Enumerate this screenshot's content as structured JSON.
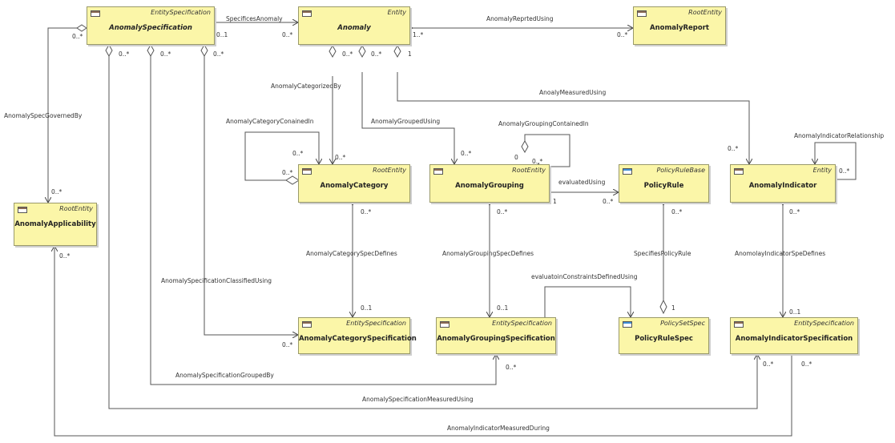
{
  "classes": {
    "anomaly_specification": {
      "stereotype": "EntitySpecification",
      "name": "AnomalySpecification"
    },
    "anomaly": {
      "stereotype": "Entity",
      "name": "Anomaly"
    },
    "anomaly_report": {
      "stereotype": "RootEntity",
      "name": "AnomalyReport"
    },
    "anomaly_applicability": {
      "stereotype": "RootEntity",
      "name": "AnomalyApplicability"
    },
    "anomaly_category": {
      "stereotype": "RootEntity",
      "name": "AnomalyCategory"
    },
    "anomaly_grouping": {
      "stereotype": "RootEntity",
      "name": "AnomalyGrouping"
    },
    "policy_rule": {
      "stereotype": "PolicyRuleBase",
      "name": "PolicyRule"
    },
    "anomaly_indicator": {
      "stereotype": "Entity",
      "name": "AnomalyIndicator"
    },
    "anomaly_category_spec": {
      "stereotype": "EntitySpecification",
      "name": "AnomalyCategorySpecification"
    },
    "anomaly_grouping_spec": {
      "stereotype": "EntitySpecification",
      "name": "AnomalyGroupingSpecification"
    },
    "policy_rule_spec": {
      "stereotype": "PolicySetSpec",
      "name": "PolicyRuleSpec"
    },
    "anomaly_indicator_spec": {
      "stereotype": "EntitySpecification",
      "name": "AnomalyIndicatorSpecification"
    }
  },
  "associations": {
    "specifies_anomaly": "SpecificesAnomaly",
    "anomaly_reported_using": "AnomalyReprtedUsing",
    "anomaly_categorized_by": "AnomalyCategorizedBy",
    "anomaly_measured_using": "AnoalyMeasuredUsing",
    "anomaly_spec_governed_by": "AnomalySpecGovernedBy",
    "anomaly_category_contained_in": "AnomalyCategoryConainedIn",
    "anomaly_grouped_using": "AnomalyGroupedUsing",
    "anomaly_grouping_contained_in": "AnomalyGroupingContainedIn",
    "anomaly_indicator_relationship": "AnomalyIndicatorRelationship",
    "evaluated_using": "evaluatedUsing",
    "anomaly_category_spec_defines": "AnomalyCategorySpecDefines",
    "anomaly_grouping_spec_defines": "AnomalyGroupingSpecDefines",
    "specifies_policy_rule": "SpecifiesPolicyRule",
    "anomaly_indicator_spec_defines": "AnomolayIndicatorSpeDefines",
    "anomaly_spec_classified_using": "AnomalySpecificationClassifiedUsing",
    "evaluation_constraints_defined_using": "evaluatoinConstraintsDefinedUsing",
    "anomaly_spec_grouped_by": "AnomalySpecificationGroupedBy",
    "anomaly_spec_measured_using": "AnomalySpecificationMeasuredUsing",
    "anomaly_indicator_measured_during": "AnomalyIndicatorMeasuredDuring"
  },
  "multiplicities": {
    "spec_left_0n": "0..*",
    "spec_right_01": "0..1",
    "anomaly_left_0n": "0..*",
    "anomaly_right_1n": "1..*",
    "report_left_0n": "0..*",
    "spec_bottom_a": "0..*",
    "spec_bottom_b": "0..*",
    "spec_bottom_c": "0..*",
    "anomaly_bottom_a": "0..*",
    "anomaly_bottom_b": "0..*",
    "anomaly_bottom_c": "1",
    "category_self_a": "0..*",
    "category_self_b": "0..*",
    "category_top": "0..*",
    "grouping_top": "0..*",
    "grouping_self_a": "0",
    "grouping_self_b": "0..*",
    "indicator_top": "0..*",
    "indicator_self": "0..*",
    "grouping_right_1": "1",
    "policy_rule_left": "0..*",
    "applicability_top": "0..*",
    "applicability_bottom": "0..*",
    "category_bottom": "0..*",
    "grouping_bottom": "0..*",
    "policy_rule_bottom": "0..*",
    "indicator_bottom": "0..*",
    "category_spec_top": "0..1",
    "grouping_spec_top": "0..1",
    "policy_rule_spec_top": "1",
    "indicator_spec_top": "0..1",
    "category_spec_left": "0..*",
    "grouping_spec_bottom": "0..*",
    "indicator_spec_bottom_a": "0..*",
    "indicator_spec_bottom_b": "0..*"
  }
}
